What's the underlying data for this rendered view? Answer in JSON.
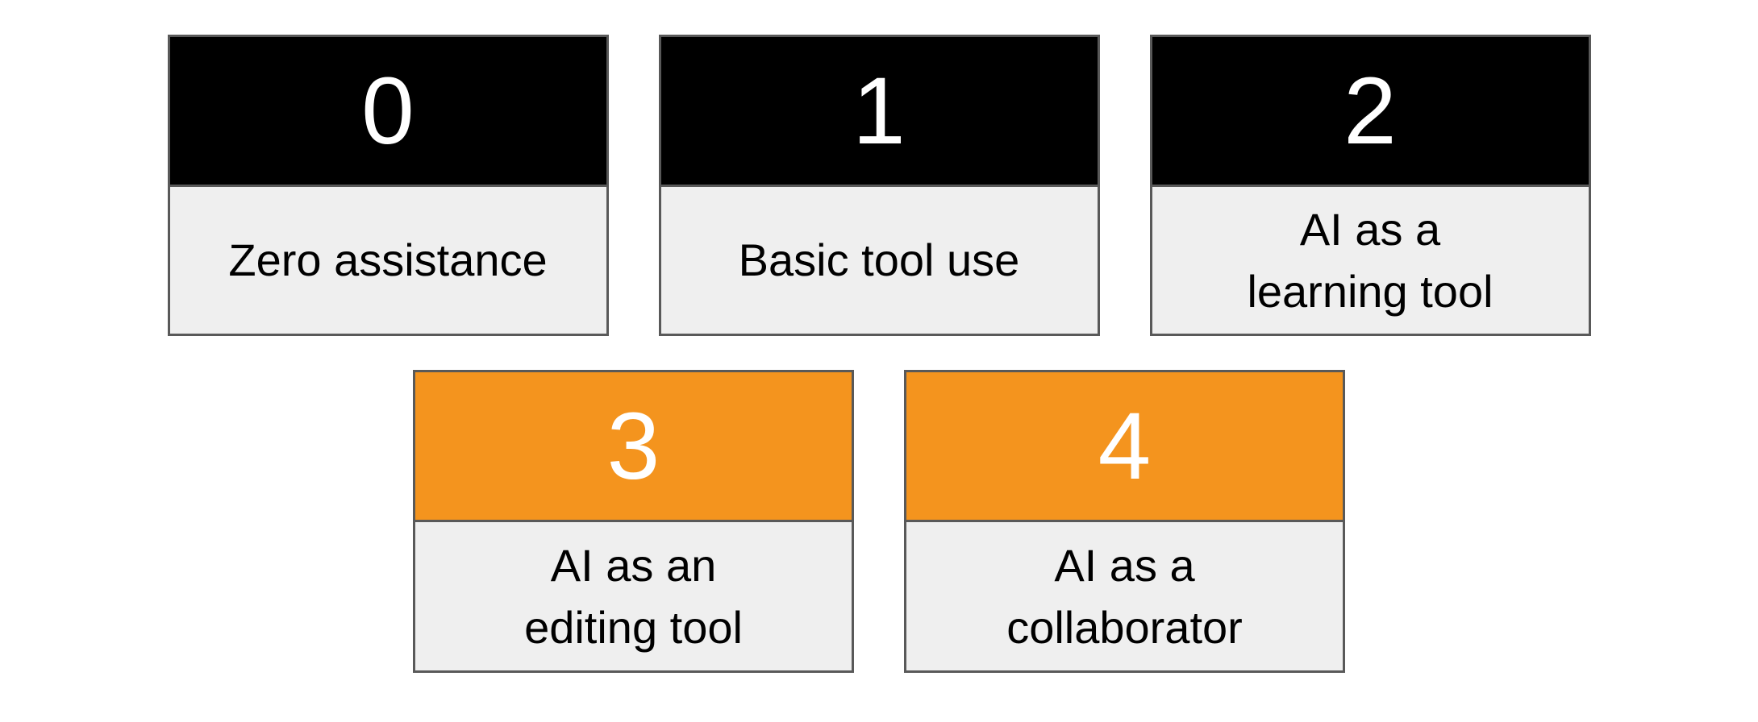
{
  "colors": {
    "page_background": "#FFFFFF",
    "header_black": "#000000",
    "header_orange": "#F4941E",
    "card_body_background": "#EFEFEF",
    "card_border": "#595959",
    "number_text": "#FFFFFF",
    "label_text": "#000000"
  },
  "cards": [
    {
      "number": "0",
      "label": "Zero assistance",
      "header_bg": "#000000"
    },
    {
      "number": "1",
      "label": "Basic tool use",
      "header_bg": "#000000"
    },
    {
      "number": "2",
      "label": "AI as a\nlearning tool",
      "header_bg": "#000000"
    },
    {
      "number": "3",
      "label": "AI as an\nediting tool",
      "header_bg": "#F4941E"
    },
    {
      "number": "4",
      "label": "AI as a\ncollaborator",
      "header_bg": "#F4941E"
    }
  ]
}
